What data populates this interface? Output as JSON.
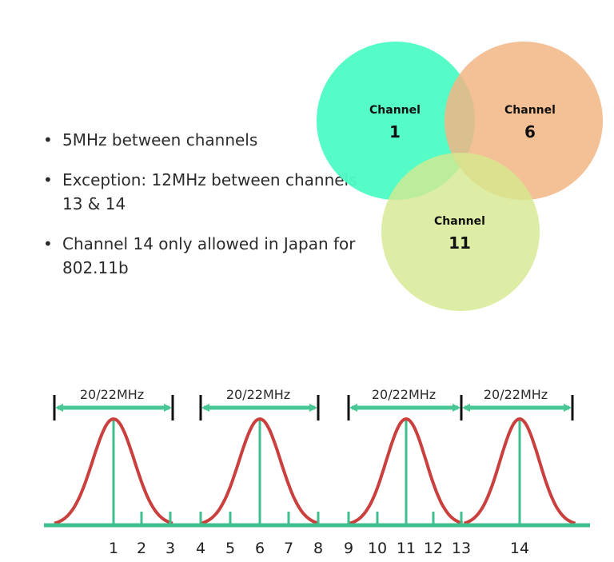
{
  "bullets": [
    "5MHz between channels",
    "Exception: 12MHz between channels 13 & 14",
    "Channel 14 only allowed in Japan for 802.11b"
  ],
  "venn": {
    "circles": [
      {
        "word": "Channel",
        "number": "1",
        "color": "#4cfcc4"
      },
      {
        "word": "Channel",
        "number": "6",
        "color": "#f2b584"
      },
      {
        "word": "Channel",
        "number": "11",
        "color": "#d6e98f"
      }
    ]
  },
  "spectrum": {
    "bandwidth_label": "20/22MHz",
    "channel_labels": [
      "1",
      "2",
      "3",
      "4",
      "5",
      "6",
      "7",
      "8",
      "9",
      "10",
      "11",
      "12",
      "13",
      "14"
    ],
    "highlighted_channels": [
      "1",
      "6",
      "11",
      "14"
    ],
    "colors": {
      "axis": "#3fbf8f",
      "arrow": "#48c795",
      "curve": "#c9403e",
      "marker": "#111111"
    }
  }
}
